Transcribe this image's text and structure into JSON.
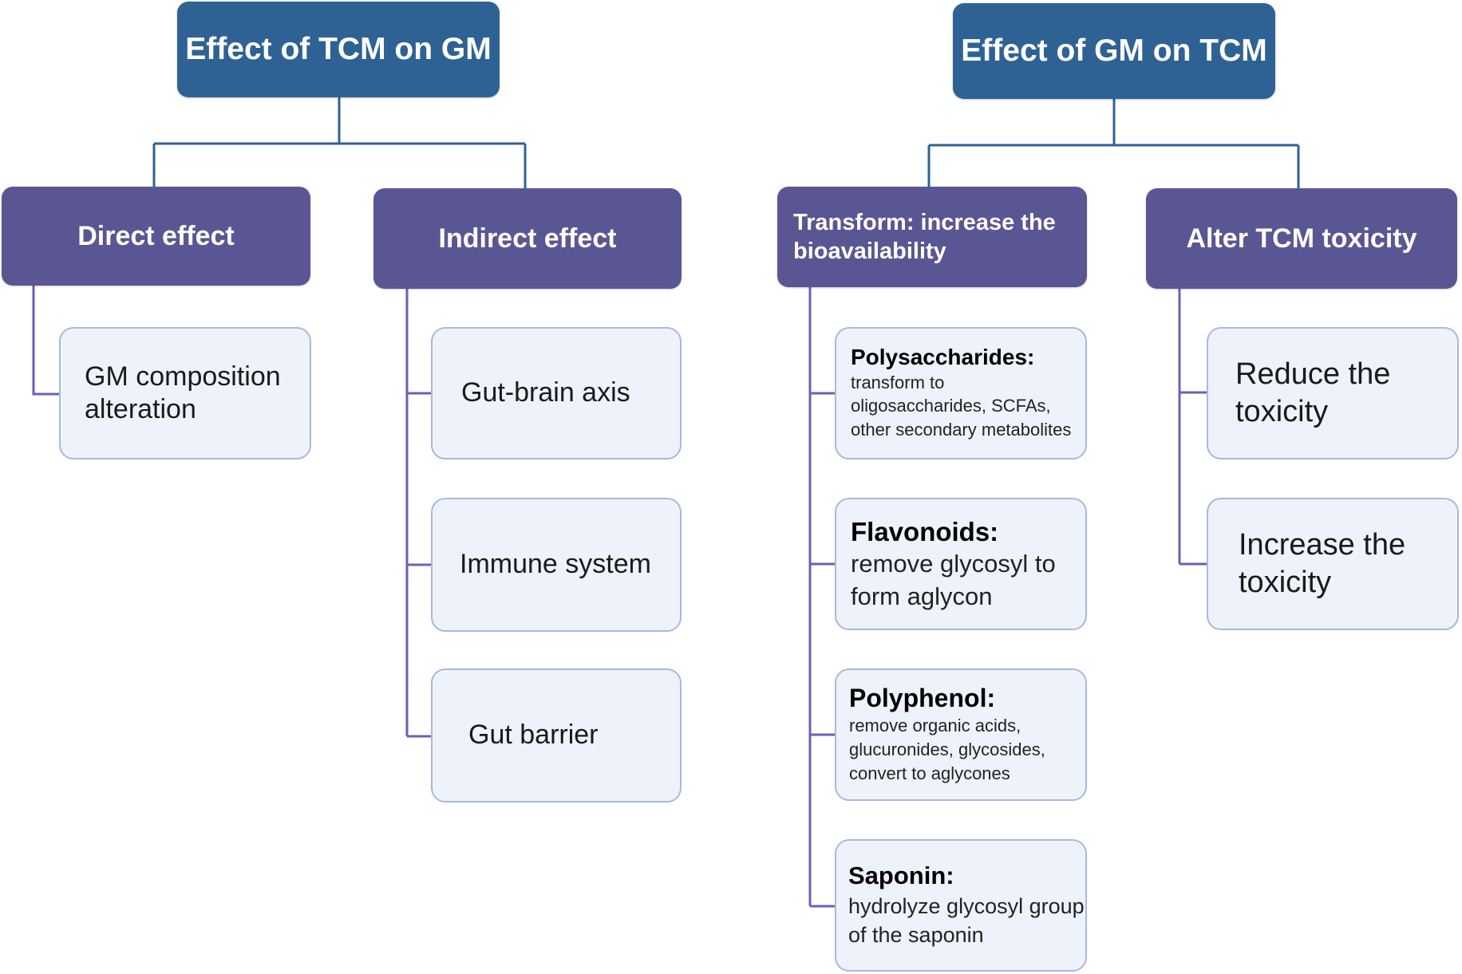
{
  "left_tree": {
    "title": "Effect of TCM on GM",
    "categories": {
      "direct": {
        "label": "Direct effect",
        "items": [
          "GM composition alteration"
        ]
      },
      "indirect": {
        "label": "Indirect effect",
        "items": [
          "Gut-brain axis",
          "Immune system",
          "Gut barrier"
        ]
      }
    }
  },
  "right_tree": {
    "title": "Effect of GM on TCM",
    "categories": {
      "transform": {
        "label": "Transform: increase the bioavailability",
        "items": [
          {
            "heading": "Polysaccharides:",
            "body": "transform to oligosaccharides, SCFAs, other secondary metabolites"
          },
          {
            "heading": "Flavonoids:",
            "body": "remove glycosyl to form aglycon"
          },
          {
            "heading": "Polyphenol:",
            "body": "remove organic acids, glucuronides, glycosides, convert to aglycones"
          },
          {
            "heading": "Saponin:",
            "body": "hydrolyze glycosyl group of the saponin"
          }
        ]
      },
      "toxicity": {
        "label": "Alter TCM toxicity",
        "items": [
          "Reduce the toxicity",
          "Increase the toxicity"
        ]
      }
    }
  },
  "colors": {
    "root_fill": "#2f6294",
    "category_fill": "#5a5694",
    "leaf_fill": "#eef3fb",
    "leaf_border": "#aab8dc",
    "root_connector": "#2f6294",
    "leaf_connector": "#6a62b5"
  }
}
